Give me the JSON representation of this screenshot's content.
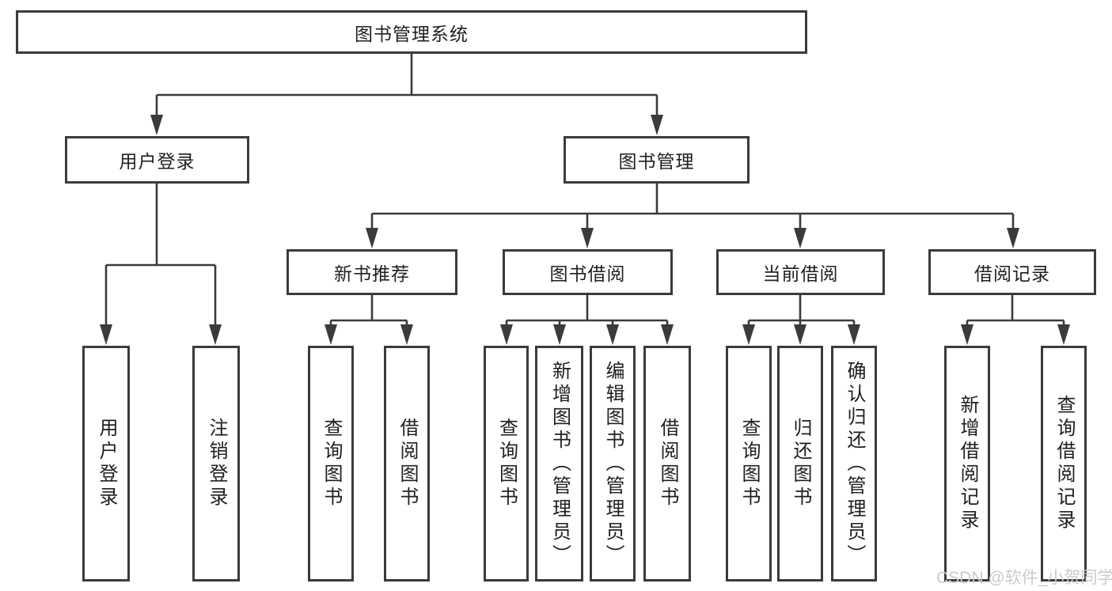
{
  "nodes": {
    "root": "图书管理系统",
    "user_login": "用户登录",
    "book_mgmt": "图书管理",
    "new_book_rec": "新书推荐",
    "book_borrow": "图书借阅",
    "current_borrow": "当前借阅",
    "borrow_records": "借阅记录",
    "leaf_user_login": "用户登录",
    "leaf_logout": "注销登录",
    "leaf_rec_search": "查询图书",
    "leaf_rec_borrow": "借阅图书",
    "leaf_bb_search": "查询图书",
    "leaf_bb_add": "新增图书（管理员）",
    "leaf_bb_edit": "编辑图书（管理员）",
    "leaf_bb_borrow": "借阅图书",
    "leaf_cb_search": "查询图书",
    "leaf_cb_return": "归还图书",
    "leaf_cb_confirm": "确认归还（管理员）",
    "leaf_br_add": "新增借阅记录",
    "leaf_br_search": "查询借阅记录"
  },
  "watermark": "CSDN @软件_小贺同学",
  "colors": {
    "line": "#3b3b3b",
    "text": "#1f1f1f",
    "watermark": "#cbcbcb",
    "background": "#ffffff"
  }
}
